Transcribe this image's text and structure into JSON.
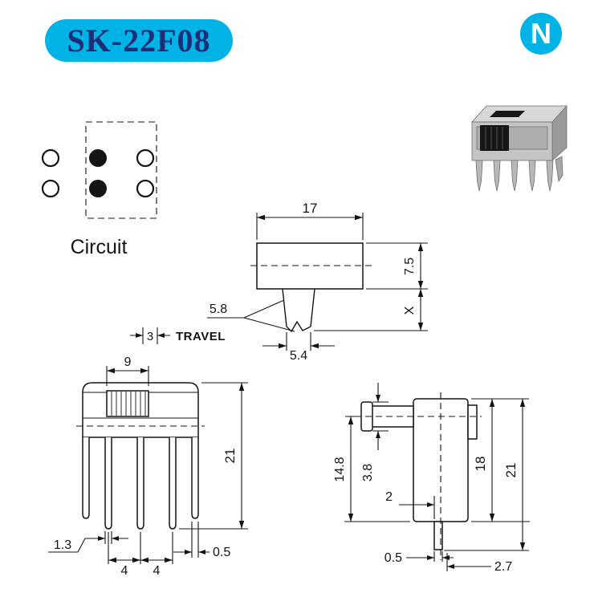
{
  "header": {
    "title": "SK-22F08",
    "logo_letter": "N"
  },
  "colors": {
    "accent": "#00b3e6",
    "title_color": "#1d2d78",
    "line_color": "#141414"
  },
  "circuit": {
    "label": "Circuit"
  },
  "top_view": {
    "dim_width": "17",
    "dim_height": "7.5",
    "dim_x": "X",
    "dim_lead": "5.8",
    "dim_stem_width": "5.4",
    "travel_value": "3",
    "travel_label": "TRAVEL"
  },
  "front_view": {
    "dim_knob_width": "9",
    "dim_total_height": "21",
    "dim_pin_width": "1.3",
    "dim_pitch_a": "4",
    "dim_pitch_b": "4",
    "dim_leg_width": "0.5"
  },
  "side_view": {
    "dim_knob_to_base": "14.8",
    "dim_knob_dia": "3.8",
    "dim_body_height": "18",
    "dim_total_height": "21",
    "dim_pin_offset": "2",
    "dim_pin_width": "0.5",
    "dim_pin_depth": "2.7"
  }
}
